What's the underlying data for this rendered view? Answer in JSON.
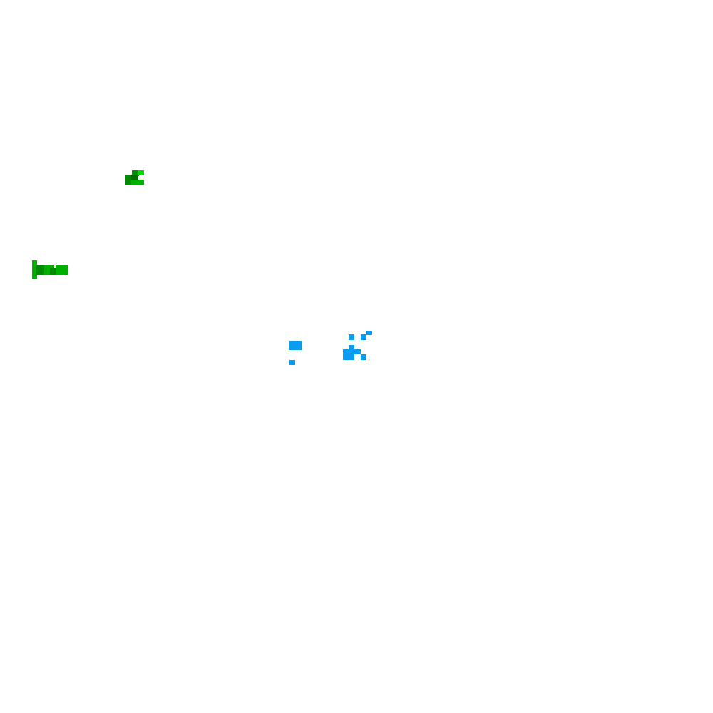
{
  "scene": {
    "background": "#ffffff",
    "palette": {
      "green_dark": "#008a00",
      "green_mid": "#00b000",
      "green_light": "#00d800",
      "blue": "#0a9cf0"
    },
    "sprites": [
      {
        "kind": "green-blob",
        "tone": "dark"
      },
      {
        "kind": "green-bar",
        "tone": "dark"
      },
      {
        "kind": "blue-cluster-small",
        "tone": "blue"
      },
      {
        "kind": "blue-cluster-scattered",
        "tone": "blue"
      }
    ]
  }
}
